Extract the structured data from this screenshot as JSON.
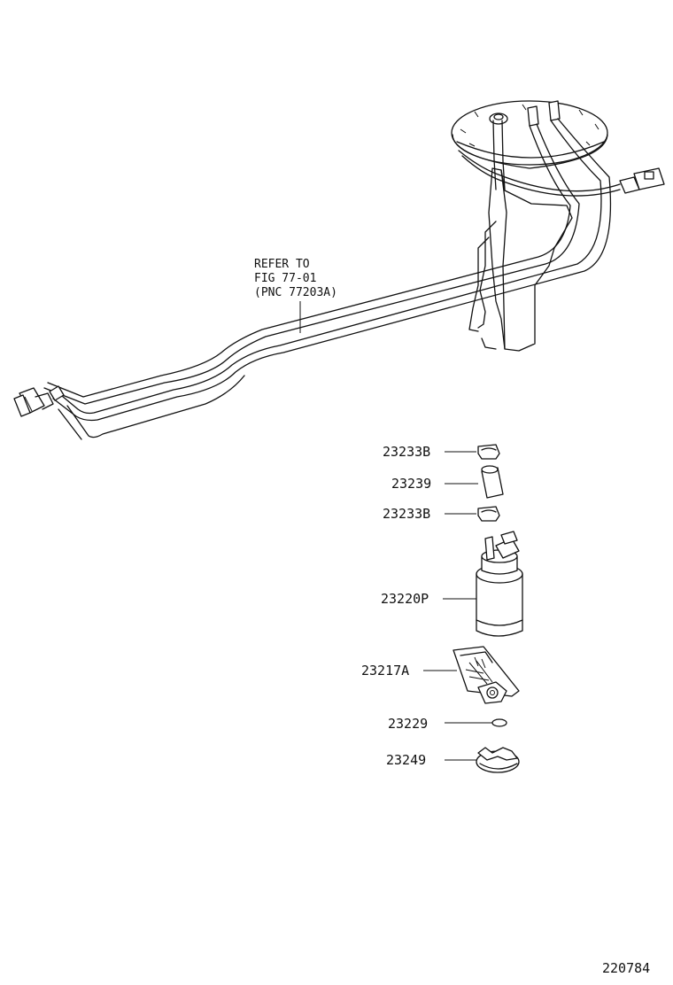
{
  "diagram": {
    "reference_note": {
      "line1": "REFER TO",
      "line2": "FIG 77-01",
      "line3": "(PNC 77203A)"
    },
    "parts": [
      {
        "id": "23233B",
        "label": "23233B"
      },
      {
        "id": "23239",
        "label": "23239"
      },
      {
        "id": "23233B_2",
        "label": "23233B"
      },
      {
        "id": "23220P",
        "label": "23220P"
      },
      {
        "id": "23217A",
        "label": "23217A"
      },
      {
        "id": "23229",
        "label": "23229"
      },
      {
        "id": "23249",
        "label": "23249"
      }
    ],
    "figure_number": "220784"
  }
}
